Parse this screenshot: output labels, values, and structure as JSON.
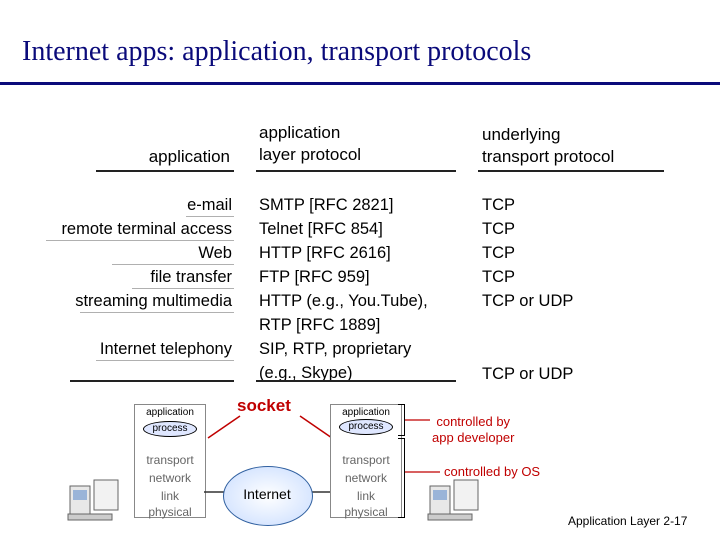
{
  "slide": {
    "title": "Internet apps:  application, transport protocols",
    "page_label": "Application Layer 2-17"
  },
  "table": {
    "headers": {
      "application": "application",
      "app_protocol_line1": "application",
      "app_protocol_line2": "layer protocol",
      "transport_line1": "underlying",
      "transport_line2": "transport protocol"
    },
    "applications": [
      "e-mail",
      "remote terminal access",
      "Web",
      "file transfer",
      "streaming multimedia",
      "Internet telephony"
    ],
    "app_protocols": [
      "SMTP [RFC 2821]",
      "Telnet [RFC 854]",
      "HTTP [RFC 2616]",
      "FTP [RFC 959]",
      "HTTP (e.g., You.Tube),",
      "RTP [RFC 1889]",
      "SIP, RTP, proprietary",
      "(e.g., Skype)"
    ],
    "transport_protocols": [
      "TCP",
      "TCP",
      "TCP",
      "TCP",
      "TCP or UDP",
      "TCP or UDP"
    ]
  },
  "diagram": {
    "left_stack": {
      "application": "application",
      "process": "process",
      "layers": [
        "transport",
        "network",
        "link",
        "physical"
      ]
    },
    "right_stack": {
      "application": "application",
      "process": "process",
      "layers": [
        "transport",
        "network",
        "link",
        "physical"
      ]
    },
    "socket_label": "socket",
    "cloud_label": "Internet",
    "controlled_by_developer_line1": "controlled by",
    "controlled_by_developer_line2": "app developer",
    "controlled_by_os": "controlled by OS",
    "colors": {
      "title": "#0a0a7a",
      "accent_red": "#c00000",
      "process_fill": "#dfe7ff"
    }
  }
}
